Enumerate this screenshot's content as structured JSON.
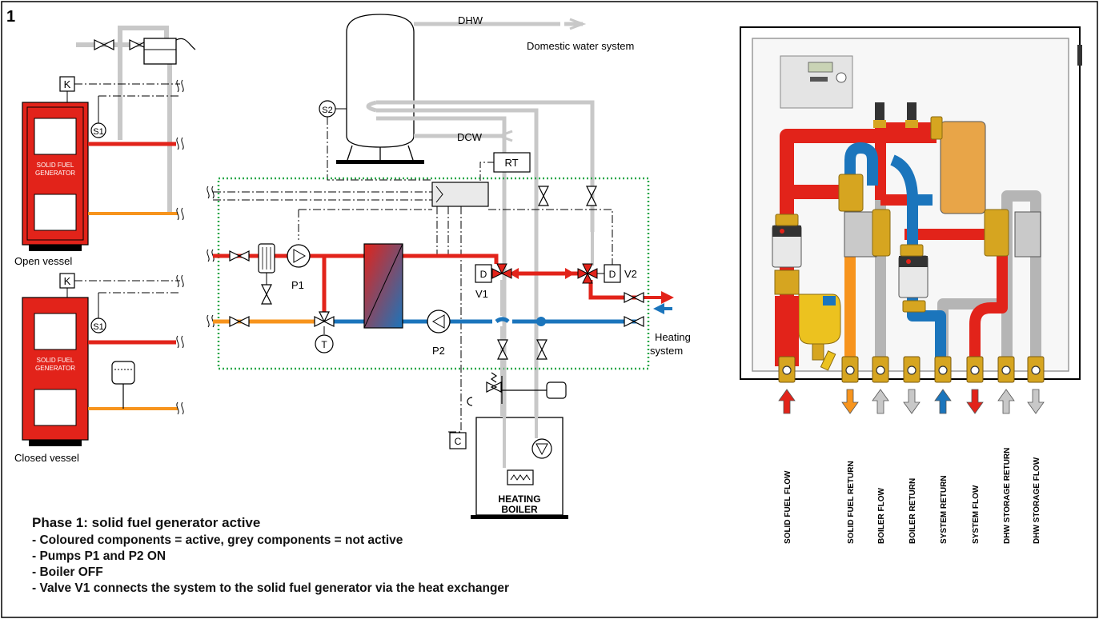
{
  "figure_number": "1",
  "labels": {
    "dhw": "DHW",
    "domestic_water_system": "Domestic water system",
    "dcw": "DCW",
    "rt": "RT",
    "k": "K",
    "s1": "S1",
    "s2": "S2",
    "p1": "P1",
    "p2": "P2",
    "t": "T",
    "d": "D",
    "v1": "V1",
    "v2": "V2",
    "c": "C",
    "heating": "Heating",
    "system": "system",
    "open_vessel": "Open vessel",
    "closed_vessel": "Closed vessel",
    "sfg_line1": "SOLID FUEL",
    "sfg_line2": "GENERATOR",
    "boiler_line1": "HEATING",
    "boiler_line2": "BOILER"
  },
  "connections": [
    "SOLID FUEL FLOW",
    "SOLID FUEL RETURN",
    "BOILER FLOW",
    "BOILER RETURN",
    "SYSTEM RETURN",
    "SYSTEM FLOW",
    "DHW STORAGE RETURN",
    "DHW STORAGE FLOW"
  ],
  "phase": {
    "title": "Phase 1: solid fuel generator active",
    "lines": [
      "- Coloured components = active, grey components = not active",
      "- Pumps P1 and P2 ON",
      "- Boiler OFF",
      "- Valve V1 connects the system to the solid fuel generator via the heat exchanger"
    ]
  },
  "colors": {
    "red": "#e2231a",
    "blue": "#1b75bc",
    "orange": "#f7941d",
    "grey": "#c8c8c8",
    "green_dotted": "#2aa84a",
    "brass": "#d6a520"
  }
}
